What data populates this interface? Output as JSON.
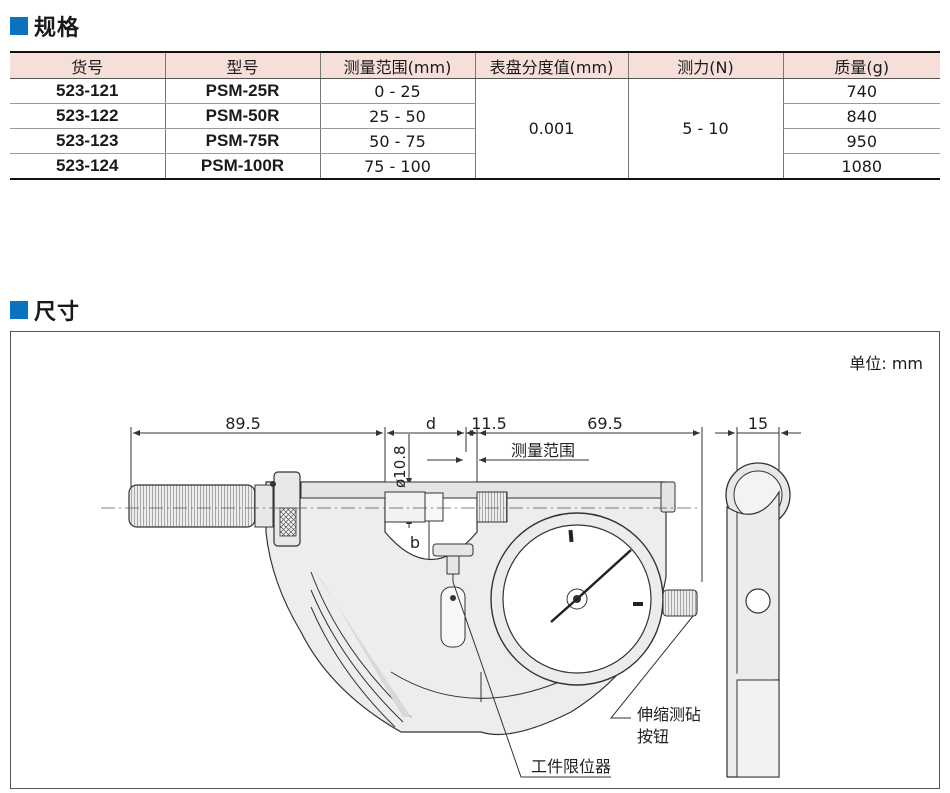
{
  "specs": {
    "title": "规格",
    "headers": [
      "货号",
      "型号",
      "测量范围(mm)",
      "表盘分度值(mm)",
      "测力(N)",
      "质量(g)"
    ],
    "rows": [
      {
        "code": "523-121",
        "model": "PSM-25R",
        "range": "0 - 25",
        "mass": "740"
      },
      {
        "code": "523-122",
        "model": "PSM-50R",
        "range": "25 - 50",
        "mass": "840"
      },
      {
        "code": "523-123",
        "model": "PSM-75R",
        "range": "50 - 75",
        "mass": "950"
      },
      {
        "code": "523-124",
        "model": "PSM-100R",
        "range": "75 - 100",
        "mass": "1080"
      }
    ],
    "graduation": "0.001",
    "force": "5 - 10"
  },
  "dimensions": {
    "title": "尺寸",
    "unit_label": "单位: mm",
    "dim_left": "89.5",
    "dim_d": "d",
    "dim_115": "11.5",
    "dim_695": "69.5",
    "dim_side": "15",
    "dim_diameter": "ø10.8",
    "dim_b": "b",
    "label_range": "测量范围",
    "label_retract_1": "伸缩测砧",
    "label_retract_2": "按钮",
    "label_stopper": "工件限位器"
  }
}
